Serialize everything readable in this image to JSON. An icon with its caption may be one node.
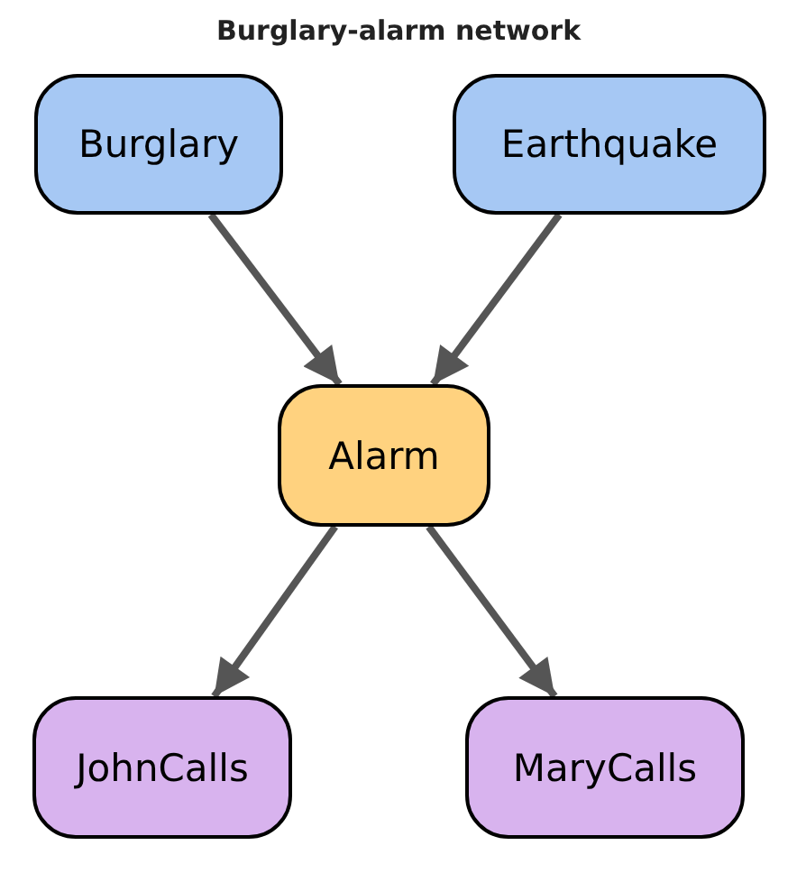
{
  "diagram": {
    "title": "Burglary-alarm network",
    "nodes": [
      {
        "text": [
          "Burglary"
        ]
      },
      {
        "text": [
          "Earthquake"
        ]
      },
      {
        "text": [
          "Alarm"
        ]
      },
      {
        "text": [
          "JohnCalls"
        ]
      },
      {
        "text": [
          "MaryCalls"
        ]
      }
    ],
    "edges": [
      {
        "from": 0,
        "to": 2,
        "arrow": "to"
      },
      {
        "from": 1,
        "to": 2,
        "arrow": "to"
      },
      {
        "from": 2,
        "to": 3,
        "arrow": "to"
      },
      {
        "from": 2,
        "to": 4,
        "arrow": "to"
      }
    ]
  }
}
